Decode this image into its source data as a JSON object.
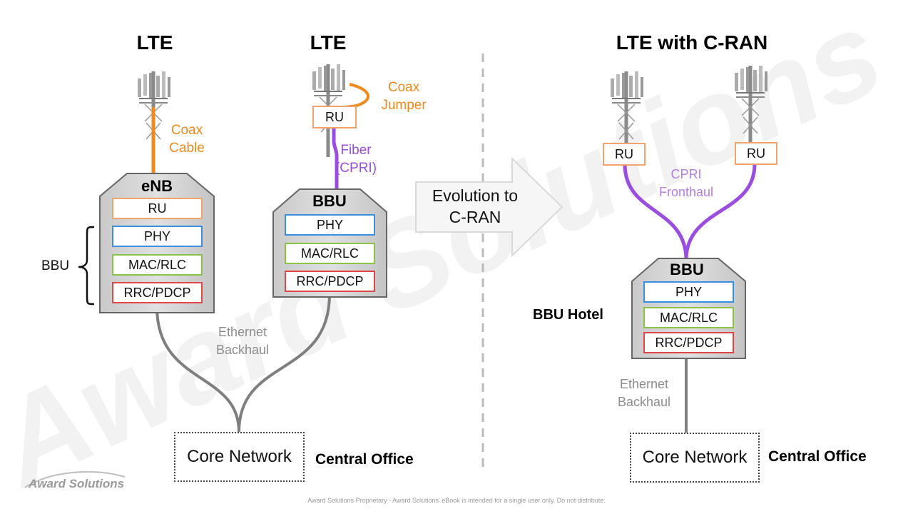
{
  "titles": {
    "left1": "LTE",
    "left2": "LTE",
    "right": "LTE with C-RAN"
  },
  "labels": {
    "coax_cable": [
      "Coax",
      "Cable"
    ],
    "coax_jumper": [
      "Coax",
      "Jumper"
    ],
    "fiber_cpri": [
      "Fiber",
      "(CPRI)"
    ],
    "cpri_fronthaul": [
      "CPRI",
      "Fronthaul"
    ],
    "ethernet_backhaul_left": [
      "Ethernet",
      "Backhaul"
    ],
    "ethernet_backhaul_right": [
      "Ethernet",
      "Backhaul"
    ],
    "bbu_brace": "BBU",
    "bbu_hotel": "BBU Hotel",
    "central_office_left": "Central Office",
    "central_office_right": "Central Office",
    "evolution": [
      "Evolution to",
      "C-RAN"
    ]
  },
  "enb": {
    "title": "eNB",
    "ru": "RU",
    "phy": "PHY",
    "mac": "MAC/RLC",
    "rrc": "RRC/PDCP"
  },
  "bbu_mid": {
    "title": "BBU",
    "phy": "PHY",
    "mac": "MAC/RLC",
    "rrc": "RRC/PDCP"
  },
  "bbu_right": {
    "title": "BBU",
    "phy": "PHY",
    "mac": "MAC/RLC",
    "rrc": "RRC/PDCP"
  },
  "ru_labels": {
    "mid": "RU",
    "right_a": "RU",
    "right_b": "RU"
  },
  "core": {
    "left": "Core Network",
    "right": "Core Network"
  },
  "logo": "Award Solutions",
  "footer": "Award Solutions Proprietary - Award Solutions' eBook is intended for a single user only. Do not distribute.",
  "colors": {
    "coax": "#f08a1e",
    "fiber": "#9b4de0",
    "ethernet": "#7f7f7f",
    "ru_border": "#f1a36c",
    "phy_border": "#3a8fe0",
    "mac_border": "#8bc34a",
    "rrc_border": "#e04646"
  },
  "icons": [
    "cell-tower-icon",
    "arrow-right-icon"
  ]
}
